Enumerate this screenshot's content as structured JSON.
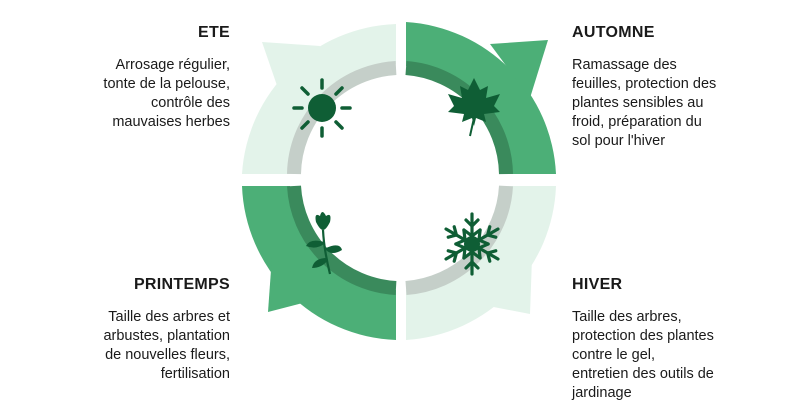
{
  "seasons": {
    "ete": {
      "title": "ETE",
      "text": "Arrosage régulier,\ntonte de la pelouse,\ncontrôle des\nmauvaises herbes",
      "icon": "sun-icon"
    },
    "automne": {
      "title": "AUTOMNE",
      "text": "Ramassage des\nfeuilles, protection des\nplantes sensibles au\nfroid, préparation du\nsol pour l'hiver",
      "icon": "maple-leaf-icon"
    },
    "printemps": {
      "title": "PRINTEMPS",
      "text": "Taille des arbres et\narbustes, plantation\nde nouvelles fleurs,\nfertilisation",
      "icon": "flower-bud-icon"
    },
    "hiver": {
      "title": "HIVER",
      "text": "Taille des arbres,\nprotection des plantes\ncontre le gel,\nentretien des outils de\njardinage",
      "icon": "snowflake-icon"
    }
  },
  "colors": {
    "light_green": "#e3f3ea",
    "medium_green": "#4caf77",
    "dark_green": "#0f5e35",
    "light_inner": "#c5cfc9",
    "dark_inner": "#3a8a5c"
  }
}
